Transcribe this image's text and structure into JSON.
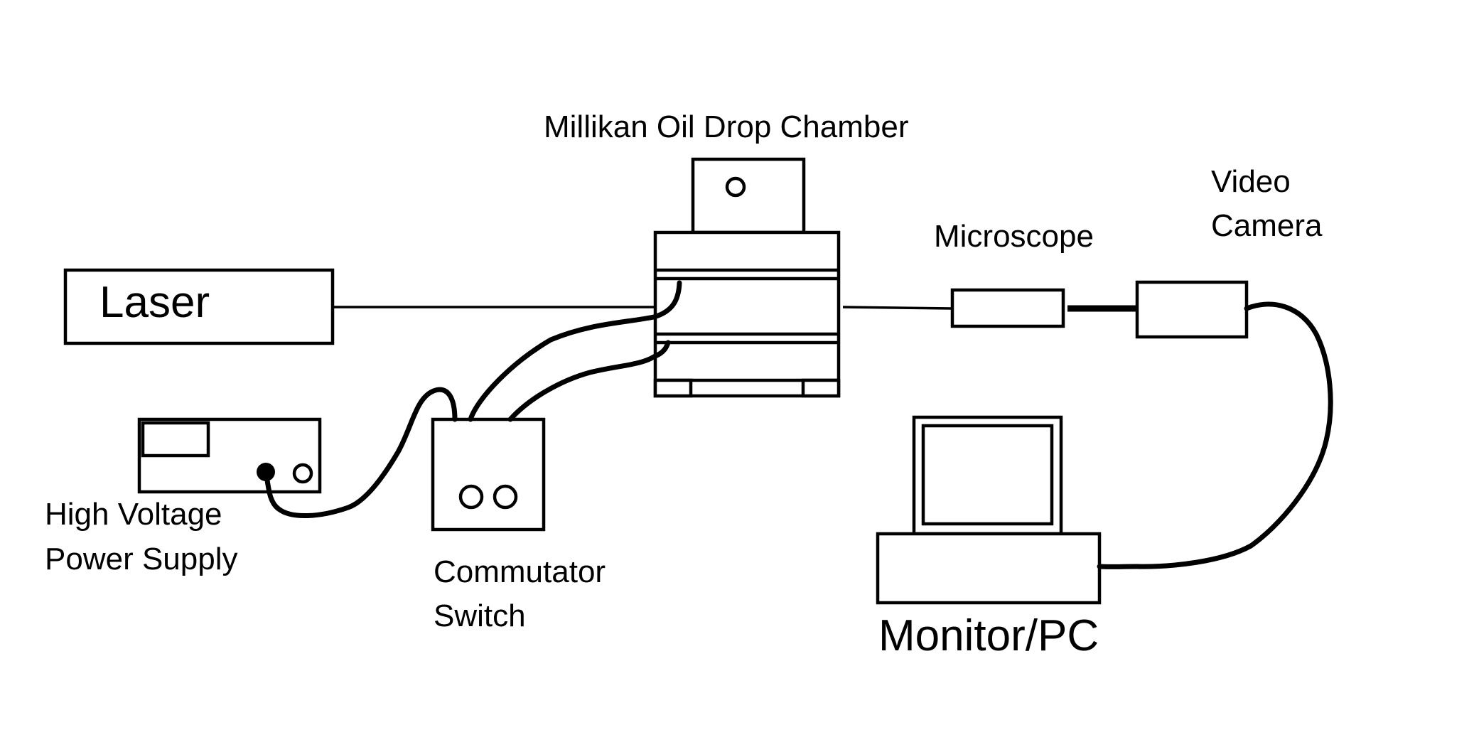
{
  "labels": {
    "chamber": "Millikan Oil Drop Chamber",
    "laser": "Laser",
    "microscope": "Microscope",
    "camera_line1": "Video",
    "camera_line2": "Camera",
    "hv_line1": "High Voltage",
    "hv_line2": "Power Supply",
    "switch_line1": "Commutator",
    "switch_line2": "Switch",
    "monitor": "Monitor/PC"
  },
  "colors": {
    "stroke": "#000000",
    "background": "#ffffff"
  }
}
